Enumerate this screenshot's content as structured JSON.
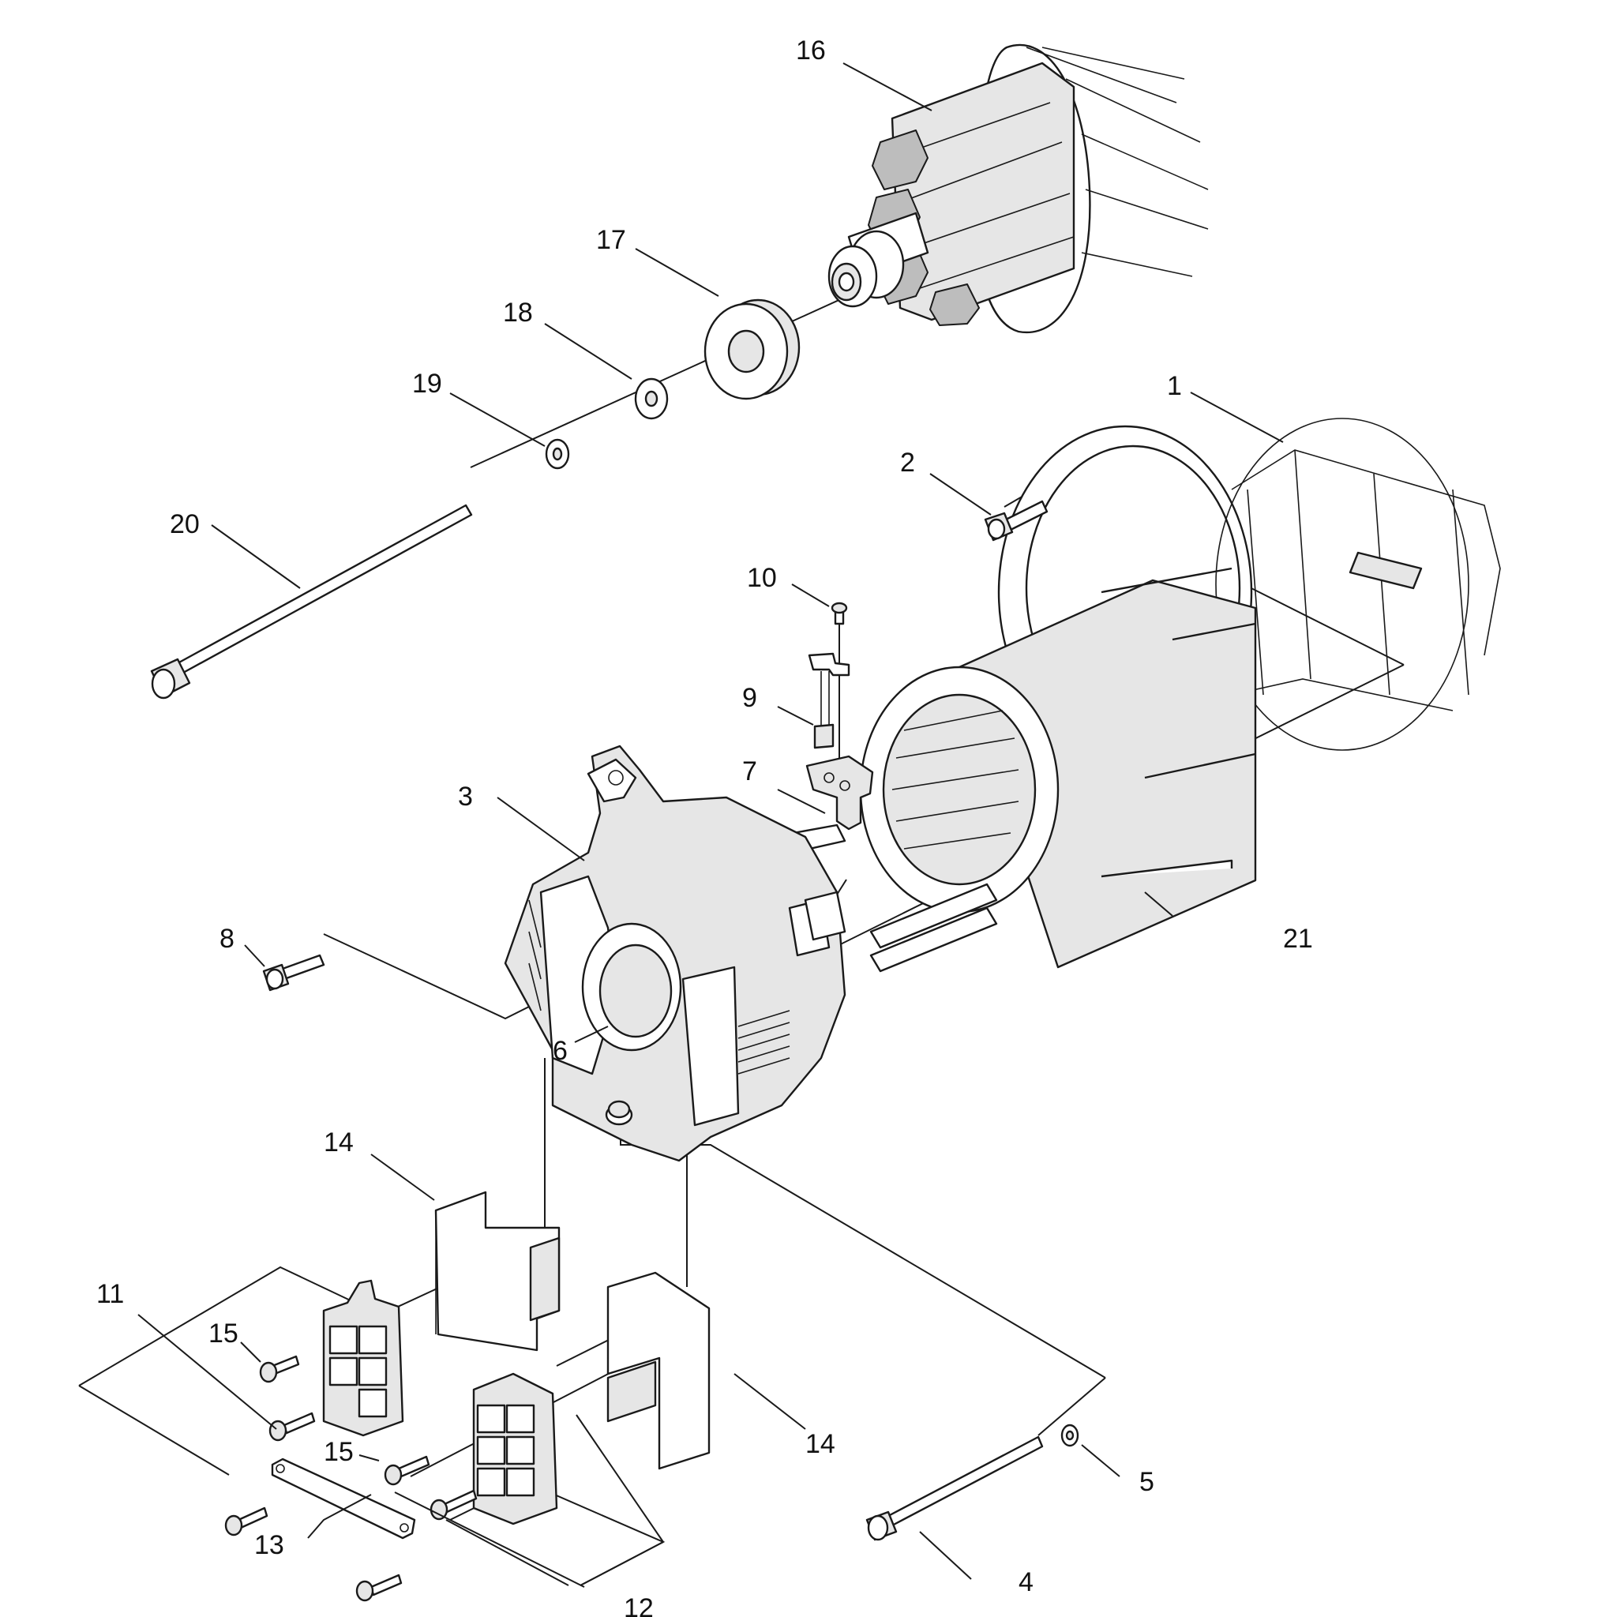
{
  "labels": {
    "l1": "1",
    "l2": "2",
    "l3": "3",
    "l4": "4",
    "l5": "5",
    "l6": "6",
    "l7": "7",
    "l8": "8",
    "l9": "9",
    "l10": "10",
    "l11": "11",
    "l12": "12",
    "l13": "13",
    "l14a": "14",
    "l14b": "14",
    "l15a": "15",
    "l15b": "15",
    "l16": "16",
    "l17": "17",
    "l18": "18",
    "l19": "19",
    "l20": "20",
    "l21": "21"
  }
}
